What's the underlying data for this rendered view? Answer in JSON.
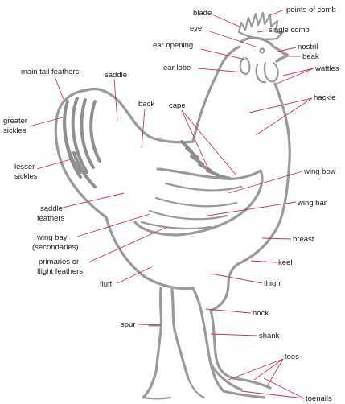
{
  "labels": {
    "blade": "blade",
    "points_of_comb": "points of comb",
    "eye": "eye",
    "single_comb": "single comb",
    "ear_opening": "ear opening",
    "nostril": "nostril",
    "beak": "beak",
    "ear_lobe": "ear lobe",
    "wattles": "wattles",
    "main_tail_feathers": "main tail feathers",
    "saddle": "saddle",
    "back": "back",
    "cape": "cape",
    "hackle": "hackle",
    "greater_sickles_1": "greater",
    "greater_sickles_2": "sickles",
    "lesser_sickles_1": "lesser",
    "lesser_sickles_2": "sickles",
    "wing_bow": "wing bow",
    "saddle_feathers_1": "saddle",
    "saddle_feathers_2": "feathers",
    "wing_bar": "wing bar",
    "wing_bay_1": "wing bay",
    "wing_bay_2": "(secondaries)",
    "breast": "breast",
    "primaries_1": "primaries or",
    "primaries_2": "flight feathers",
    "keel": "keel",
    "fluff": "fluff",
    "thigh": "thigh",
    "hock": "hock",
    "spur": "spur",
    "shank": "shank",
    "toes": "toes",
    "toenails": "toenails"
  },
  "colors": {
    "leader_line": "#c8306a",
    "outline": "#9a9a9a",
    "text": "#1a1a1a"
  }
}
